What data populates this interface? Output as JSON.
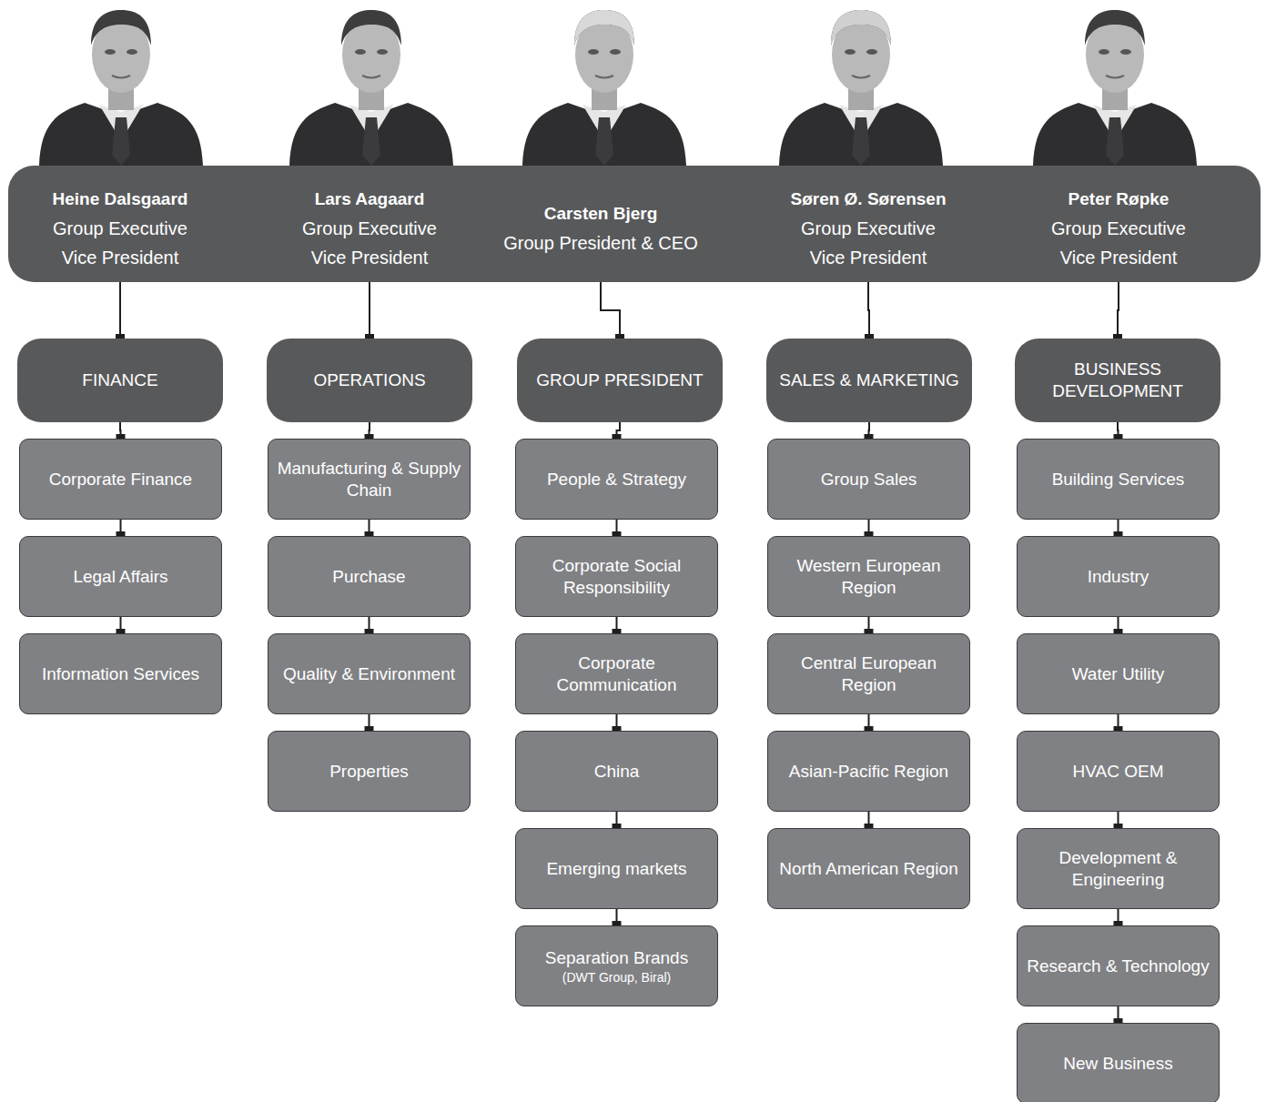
{
  "diagram": {
    "nodes": [
      {
        "text": [
          "Heine Dalsgaard",
          "Group Executive Vice President"
        ]
      },
      {
        "text": [
          "Lars Aagaard",
          "Group Executive Vice President"
        ]
      },
      {
        "text": [
          "Carsten Bjerg",
          "Group President & CEO"
        ]
      },
      {
        "text": [
          "Søren Ø. Sørensen",
          "Group Executive Vice President"
        ]
      },
      {
        "text": [
          "Peter Røpke",
          "Group Executive Vice President"
        ]
      },
      {
        "text": [
          "FINANCE"
        ]
      },
      {
        "text": [
          "OPERATIONS"
        ]
      },
      {
        "text": [
          "GROUP PRESIDENT"
        ]
      },
      {
        "text": [
          "SALES & MARKETING"
        ]
      },
      {
        "text": [
          "BUSINESS DEVELOPMENT"
        ]
      },
      {
        "text": [
          "Corporate Finance"
        ]
      },
      {
        "text": [
          "Legal Affairs"
        ]
      },
      {
        "text": [
          "Information Services"
        ]
      },
      {
        "text": [
          "Manufacturing & Supply Chain"
        ]
      },
      {
        "text": [
          "Purchase"
        ]
      },
      {
        "text": [
          "Quality & Environment"
        ]
      },
      {
        "text": [
          "Properties"
        ]
      },
      {
        "text": [
          "People & Strategy"
        ]
      },
      {
        "text": [
          "Corporate Social Responsibility"
        ]
      },
      {
        "text": [
          "Corporate Communication"
        ]
      },
      {
        "text": [
          "China"
        ]
      },
      {
        "text": [
          "Emerging markets"
        ]
      },
      {
        "text": [
          "Separation Brands",
          "(DWT Group, Biral)"
        ]
      },
      {
        "text": [
          "Group Sales"
        ]
      },
      {
        "text": [
          "Western European Region"
        ]
      },
      {
        "text": [
          "Central European Region"
        ]
      },
      {
        "text": [
          "Asian-Pacific Region"
        ]
      },
      {
        "text": [
          "North American Region"
        ]
      },
      {
        "text": [
          "Building Services"
        ]
      },
      {
        "text": [
          "Industry"
        ]
      },
      {
        "text": [
          "Water Utility"
        ]
      },
      {
        "text": [
          "HVAC OEM"
        ]
      },
      {
        "text": [
          "Development & Engineering"
        ]
      },
      {
        "text": [
          "Research & Technology"
        ]
      },
      {
        "text": [
          "New Business"
        ]
      }
    ],
    "edges": [
      {
        "from": 0,
        "to": 5,
        "arrow": "none"
      },
      {
        "from": 1,
        "to": 6,
        "arrow": "none"
      },
      {
        "from": 2,
        "to": 7,
        "arrow": "none"
      },
      {
        "from": 3,
        "to": 8,
        "arrow": "none"
      },
      {
        "from": 4,
        "to": 9,
        "arrow": "none"
      },
      {
        "from": 5,
        "to": 10,
        "arrow": "none"
      },
      {
        "from": 10,
        "to": 11,
        "arrow": "none"
      },
      {
        "from": 11,
        "to": 12,
        "arrow": "none"
      },
      {
        "from": 6,
        "to": 13,
        "arrow": "none"
      },
      {
        "from": 13,
        "to": 14,
        "arrow": "none"
      },
      {
        "from": 14,
        "to": 15,
        "arrow": "none"
      },
      {
        "from": 15,
        "to": 16,
        "arrow": "none"
      },
      {
        "from": 7,
        "to": 17,
        "arrow": "none"
      },
      {
        "from": 17,
        "to": 18,
        "arrow": "none"
      },
      {
        "from": 18,
        "to": 19,
        "arrow": "none"
      },
      {
        "from": 19,
        "to": 20,
        "arrow": "none"
      },
      {
        "from": 20,
        "to": 21,
        "arrow": "none"
      },
      {
        "from": 21,
        "to": 22,
        "arrow": "none"
      },
      {
        "from": 8,
        "to": 23,
        "arrow": "none"
      },
      {
        "from": 23,
        "to": 24,
        "arrow": "none"
      },
      {
        "from": 24,
        "to": 25,
        "arrow": "none"
      },
      {
        "from": 25,
        "to": 26,
        "arrow": "none"
      },
      {
        "from": 26,
        "to": 27,
        "arrow": "none"
      },
      {
        "from": 9,
        "to": 28,
        "arrow": "none"
      },
      {
        "from": 28,
        "to": 29,
        "arrow": "none"
      },
      {
        "from": 29,
        "to": 30,
        "arrow": "none"
      },
      {
        "from": 30,
        "to": 31,
        "arrow": "none"
      },
      {
        "from": 31,
        "to": 32,
        "arrow": "none"
      },
      {
        "from": 32,
        "to": 33,
        "arrow": "none"
      },
      {
        "from": 33,
        "to": 34,
        "arrow": "none"
      }
    ]
  }
}
